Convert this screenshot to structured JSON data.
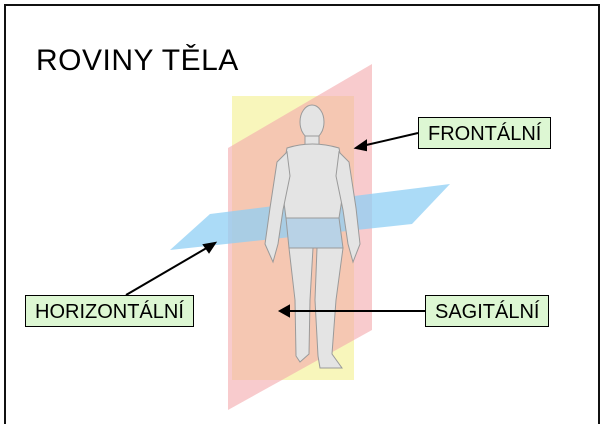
{
  "title": "ROVINY TĚLA",
  "labels": {
    "frontal": "FRONTÁLNÍ",
    "horizontal": "HORIZONTÁLNÍ",
    "sagittal": "SAGITÁLNÍ"
  },
  "colors": {
    "frontal_plane": "#f6f3a4",
    "sagittal_plane": "#f3a9ac",
    "horizontal_plane": "#8fcff4",
    "callout_fill": "#ddf7d3"
  }
}
